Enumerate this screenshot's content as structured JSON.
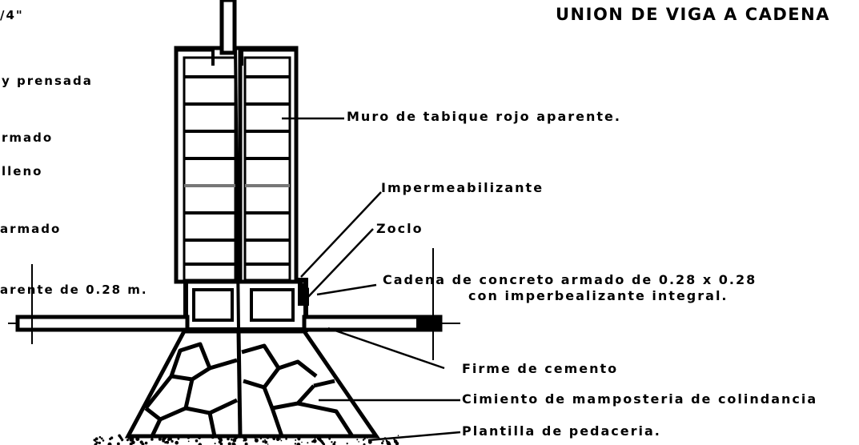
{
  "title": "UNION DE VIGA A CADENA",
  "left_labels": [
    "/4\"",
    "y prensada",
    "rmado",
    "lleno",
    "armado",
    "arente de 0.28 m."
  ],
  "callouts": {
    "muro": "Muro de tabique rojo aparente.",
    "impermeabilizante": "Impermeabilizante",
    "zoclo": "Zoclo",
    "cadena_line1": "Cadena de concreto armado de 0.28 x 0.28",
    "cadena_line2": "con imperbealizante integral.",
    "firme": "Firme de cemento",
    "cimiento": "Cimiento de mamposteria de colindancia",
    "plantilla": "Plantilla de pedaceria."
  },
  "colors": {
    "ink": "#000000",
    "paper": "#ffffff",
    "mortar": "#777777"
  }
}
